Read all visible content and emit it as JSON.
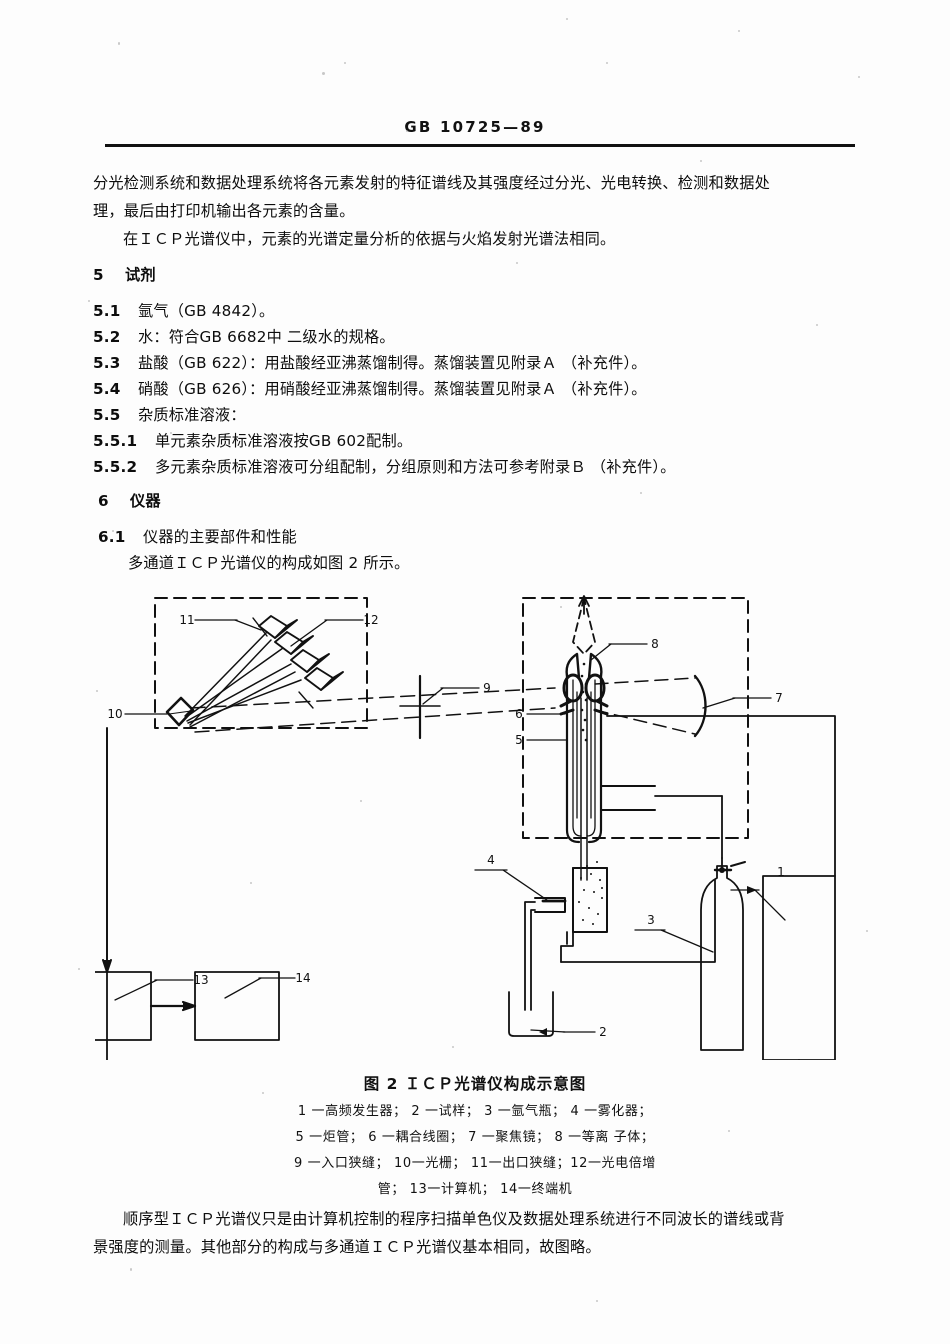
{
  "header": {
    "standard_number": "GB 10725—89"
  },
  "body": {
    "intro_p1_line1": "分光检测系统和数据处理系统将各元素发射的特征谱线及其强度经过分光、光电转换、检测和数据处",
    "intro_p1_line2": "理，最后由打印机输出各元素的含量。",
    "intro_p2": "在ＩＣＰ光谱仪中，元素的光谱定量分析的依据与火焰发射光谱法相同。",
    "section5_no": "5",
    "section5_title": "试剂",
    "items": [
      {
        "no": "5.1",
        "text": "氩气（GB 4842）。"
      },
      {
        "no": "5.2",
        "text": "水：符合GB 6682中 二级水的规格。"
      },
      {
        "no": "5.3",
        "text": "盐酸（GB 622）：用盐酸经亚沸蒸馏制得。蒸馏装置见附录Ａ （补充件）。"
      },
      {
        "no": "5.4",
        "text": "硝酸（GB 626）：用硝酸经亚沸蒸馏制得。蒸馏装置见附录Ａ （补充件）。"
      },
      {
        "no": "5.5",
        "text": "杂质标准溶液："
      },
      {
        "no": "5.5.1",
        "text": "单元素杂质标准溶液按GB 602配制。"
      },
      {
        "no": "5.5.2",
        "text": "多元素杂质标准溶液可分组配制，分组原则和方法可参考附录Ｂ （补充件）。"
      }
    ],
    "section6_no": "6",
    "section6_title": "仪器",
    "sub61_no": "6.1",
    "sub61_title": "仪器的主要部件和性能",
    "sub61_text": "多通道ＩＣＰ光谱仪的构成如图 2 所示。",
    "closing_line1": "顺序型ＩＣＰ光谱仪只是由计算机控制的程序扫描单色仪及数据处理系统进行不同波长的谱线或背",
    "closing_line2": "景强度的测量。其他部分的构成与多通道ＩＣＰ光谱仪基本相同，故图略。"
  },
  "figure": {
    "caption": "图 2  ＩＣＰ光谱仪构成示意图",
    "legend_line1": "1 一高频发生器；  2 一试样；  3 一氩气瓶；  4 一雾化器；",
    "legend_line2": "5 一炬管；  6 一耦合线圈；  7 一聚焦镜；  8 一等离 子体；",
    "legend_line3": "9 一入口狭缝； 10一光栅； 11一出口狭缝；12一光电倍增",
    "legend_line4": "管； 13一计算机； 14一终端机",
    "callouts": {
      "c1": "1",
      "c2": "2",
      "c3": "3",
      "c4": "4",
      "c5": "5",
      "c6": "6",
      "c7": "7",
      "c8": "8",
      "c9": "9",
      "c10": "10",
      "c11": "11",
      "c12": "12",
      "c13": "13",
      "c14": "14"
    }
  },
  "colors": {
    "ink": "#111111",
    "paper": "#fdfdfd"
  }
}
